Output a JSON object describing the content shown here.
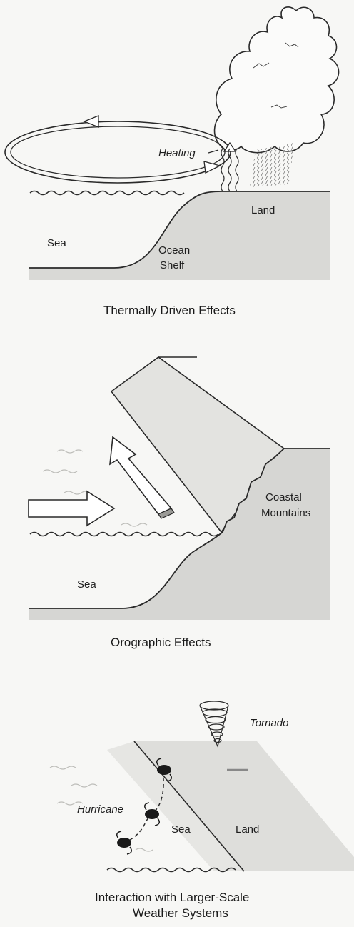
{
  "panel1": {
    "label_heating": "Heating",
    "label_land": "Land",
    "label_sea": "Sea",
    "label_shelf_line1": "Ocean",
    "label_shelf_line2": "Shelf",
    "caption": "Thermally Driven Effects"
  },
  "panel2": {
    "label_mountains_line1": "Coastal",
    "label_mountains_line2": "Mountains",
    "label_sea": "Sea",
    "caption": "Orographic Effects"
  },
  "panel3": {
    "label_tornado": "Tornado",
    "label_hurricane": "Hurricane",
    "label_sea": "Sea",
    "label_land": "Land",
    "caption_line1": "Interaction with Larger-Scale",
    "caption_line2": "Weather Systems"
  },
  "colors": {
    "land": "#d9d9d6",
    "line": "#2a2a2a",
    "background": "#f7f7f5"
  }
}
